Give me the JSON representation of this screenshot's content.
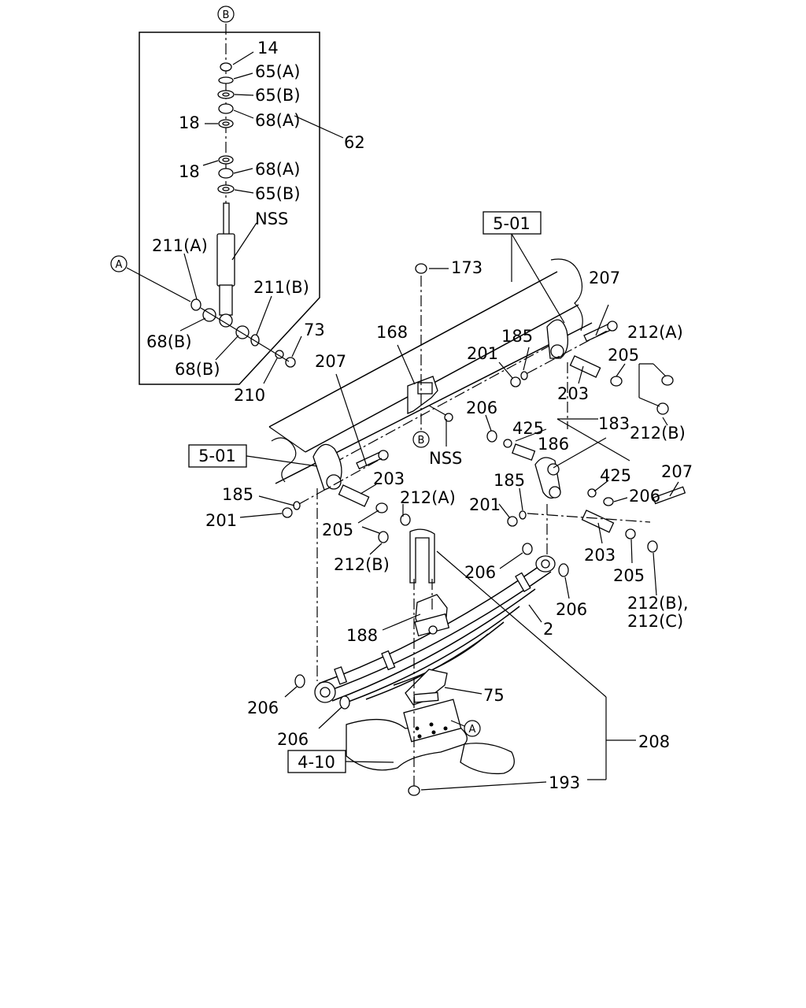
{
  "diagram": {
    "callouts": {
      "B_top": "B",
      "B_mid": "B",
      "A_left": "A",
      "A_lower": "A"
    },
    "refs": {
      "r501_top": "5-01",
      "r501_left": "5-01",
      "r410": "4-10"
    },
    "labels": {
      "l14": "14",
      "l65a": "65(A)",
      "l65b1": "65(B)",
      "l18a": "18",
      "l68a1": "68(A)",
      "l62": "62",
      "l18b": "18",
      "l68a2": "68(A)",
      "l65b2": "65(B)",
      "lnss1": "NSS",
      "l211a": "211(A)",
      "l211b": "211(B)",
      "l68b1": "68(B)",
      "l73": "73",
      "l68b2": "68(B)",
      "l210": "210",
      "l173": "173",
      "l207a": "207",
      "l168": "168",
      "l185a": "185",
      "l201a": "201",
      "l212a1": "212(A)",
      "l205a": "205",
      "l203a": "203",
      "l212b1": "212(B)",
      "l206a": "206",
      "l425a": "425",
      "l183": "183",
      "l186": "186",
      "lnss2": "NSS",
      "l207b": "207",
      "l185b": "185",
      "l201b": "201",
      "l203b": "203",
      "l212a2": "212(A)",
      "l205b": "205",
      "l212b2": "212(B)",
      "l185c": "185",
      "l201c": "201",
      "l425b": "425",
      "l207c": "207",
      "l206b": "206",
      "l203c": "203",
      "l205c": "205",
      "l212bc1": "212(B),",
      "l212bc2": "212(C)",
      "l206c": "206",
      "l206d": "206",
      "l188": "188",
      "l2": "2",
      "l206e": "206",
      "l75": "75",
      "l206f": "206",
      "l208": "208",
      "l193": "193"
    }
  }
}
